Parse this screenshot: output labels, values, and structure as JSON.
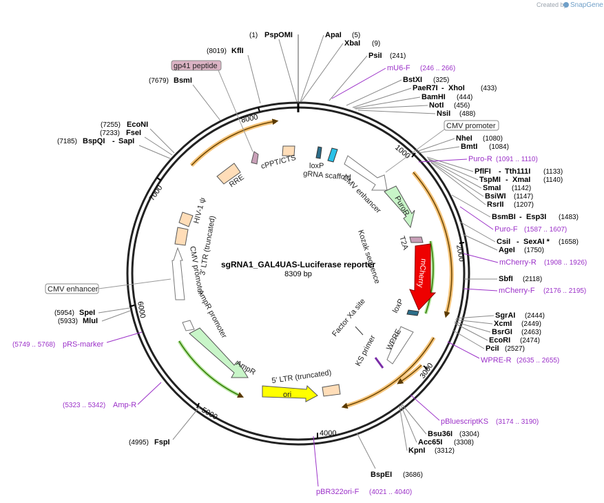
{
  "watermark": {
    "prefix": "Created by",
    "brand": "SnapGene"
  },
  "plasmid": {
    "name": "sgRNA1_GAL4UAS-Luciferase reporter",
    "length_label": "8309 bp",
    "length": 8309
  },
  "ticks": [
    "1000",
    "2000",
    "3000",
    "4000",
    "5000",
    "6000",
    "7000",
    "8000"
  ],
  "sites_right": [
    {
      "name": "ApaI",
      "pos": "(5)"
    },
    {
      "name": "XbaI",
      "pos": "(9)"
    },
    {
      "name": "PsiI",
      "pos": "(241)"
    },
    {
      "name": "BstXI",
      "pos": "(325)"
    },
    {
      "name": "PaeR7I",
      "name2": "XhoI",
      "pos": "(433)"
    },
    {
      "name": "BamHI",
      "pos": "(444)"
    },
    {
      "name": "NotI",
      "pos": "(456)"
    },
    {
      "name": "NsiI",
      "pos": "(488)"
    },
    {
      "name": "NheI",
      "pos": "(1080)"
    },
    {
      "name": "BmtI",
      "pos": "(1084)"
    },
    {
      "name": "PflFI",
      "name2": "Tth111I",
      "pos": "(1133)"
    },
    {
      "name": "TspMI",
      "name2": "XmaI",
      "pos": "(1140)"
    },
    {
      "name": "SmaI",
      "pos": "(1142)"
    },
    {
      "name": "BsiWI",
      "pos": "(1147)"
    },
    {
      "name": "RsrII",
      "pos": "(1207)"
    },
    {
      "name": "BsmBI",
      "name2": "Esp3I",
      "pos": "(1483)"
    },
    {
      "name": "CsiI",
      "name2": "SexAI *",
      "pos": "(1658)"
    },
    {
      "name": "AgeI",
      "pos": "(1750)"
    },
    {
      "name": "SbfI",
      "pos": "(2118)"
    },
    {
      "name": "SgrAI",
      "pos": "(2444)"
    },
    {
      "name": "XcmI",
      "pos": "(2449)"
    },
    {
      "name": "BsrGI",
      "pos": "(2463)"
    },
    {
      "name": "EcoRI",
      "pos": "(2474)"
    },
    {
      "name": "PciI",
      "pos": "(2527)"
    },
    {
      "name": "Bsu36I",
      "pos": "(3304)"
    },
    {
      "name": "Acc65I",
      "pos": "(3308)"
    },
    {
      "name": "KpnI",
      "pos": "(3312)"
    },
    {
      "name": "BspEI",
      "pos": "(3686)"
    }
  ],
  "sites_left": [
    {
      "name": "PspOMI",
      "pos": "(1)"
    },
    {
      "name": "KflI",
      "pos": "(8019)"
    },
    {
      "name": "BsmI",
      "pos": "(7679)"
    },
    {
      "name": "EcoNI",
      "pos": "(7255)"
    },
    {
      "name": "FseI",
      "pos": "(7233)"
    },
    {
      "name": "BspQI",
      "name2": "SapI",
      "pos": "(7185)"
    },
    {
      "name": "SpeI",
      "pos": "(5954)"
    },
    {
      "name": "MluI",
      "pos": "(5933)"
    },
    {
      "name": "FspI",
      "pos": "(4995)"
    }
  ],
  "primers": [
    {
      "name": "mU6-F",
      "pos": "(246 .. 266)"
    },
    {
      "name": "Puro-R",
      "pos": "(1091 .. 1110)"
    },
    {
      "name": "Puro-F",
      "pos": "(1587 .. 1607)"
    },
    {
      "name": "mCherry-R",
      "pos": "(1908 .. 1926)"
    },
    {
      "name": "mCherry-F",
      "pos": "(2176 .. 2195)"
    },
    {
      "name": "WPRE-R",
      "pos": "(2635 .. 2655)"
    },
    {
      "name": "pBluescriptKS",
      "pos": "(3174 .. 3190)"
    },
    {
      "name": "pBR322ori-F",
      "pos": "(4021 .. 4040)"
    },
    {
      "name": "Amp-R",
      "pos": "(5323 .. 5342)"
    },
    {
      "name": "pRS-marker",
      "pos": "(5749 .. 5768)"
    }
  ],
  "boxed_labels": {
    "cmv_promoter": "CMV promoter",
    "cmv_enhancer": "CMV enhancer",
    "gp41": "gp41 peptide"
  },
  "features": {
    "loxP_top": "loxP",
    "grna_scaffold": "gRNA scaffold",
    "cppt": "cPPT/CTS",
    "rre": "RRE",
    "cmv_enhancer": "CMV enhancer",
    "puror": "PuroR",
    "kozak": "Kozak sequence",
    "t2a": "T2A",
    "mcherry": "mCherry",
    "loxp_bottom": "loxP",
    "factor_xa": "Factor Xa site",
    "wpre": "WPRE",
    "ks_primer": "KS primer",
    "hiv_psi": "HIV-1 ψ",
    "ltr_trunc_3": "3′ LTR (truncated)",
    "cmv_promoter": "CMV promoter",
    "ampr_promoter": "AmpR promoter",
    "ampr": "AmpR",
    "ltr_trunc_5": "5′ LTR (truncated)",
    "ori": "ori"
  },
  "colors": {
    "ring": "#222222",
    "orf": "#f5a623",
    "primer": "#9b30c8",
    "mcherry": "#ee0000",
    "ori": "#ffff00",
    "green_feature": "#c8f5c8"
  }
}
